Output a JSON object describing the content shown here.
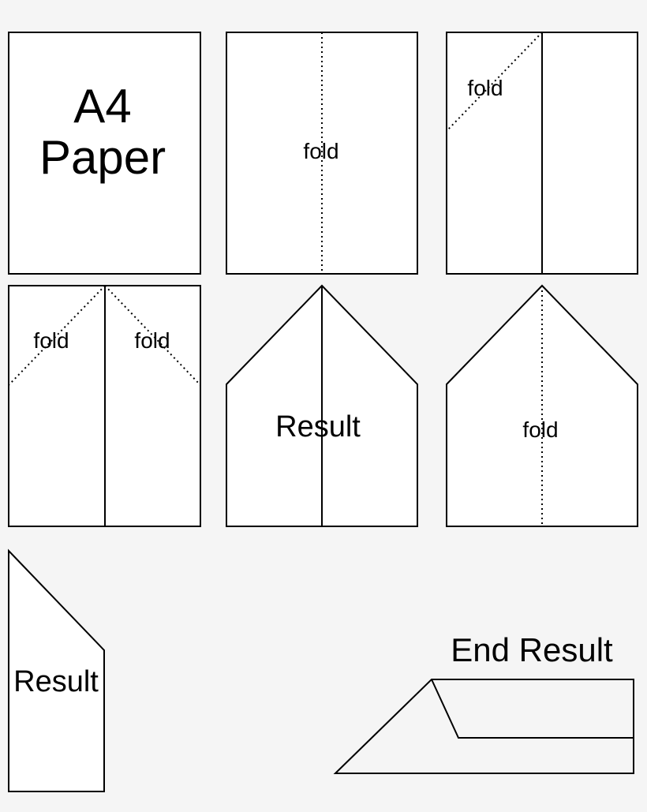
{
  "step1": {
    "line1": "A4",
    "line2": "Paper"
  },
  "step2": {
    "fold": "fold"
  },
  "step3": {
    "fold": "fold"
  },
  "step4": {
    "fold_left": "fold",
    "fold_right": "fold"
  },
  "step5": {
    "label": "Result"
  },
  "step6": {
    "fold": "fold"
  },
  "step7": {
    "label": "Result"
  },
  "end": {
    "label": "End Result"
  }
}
